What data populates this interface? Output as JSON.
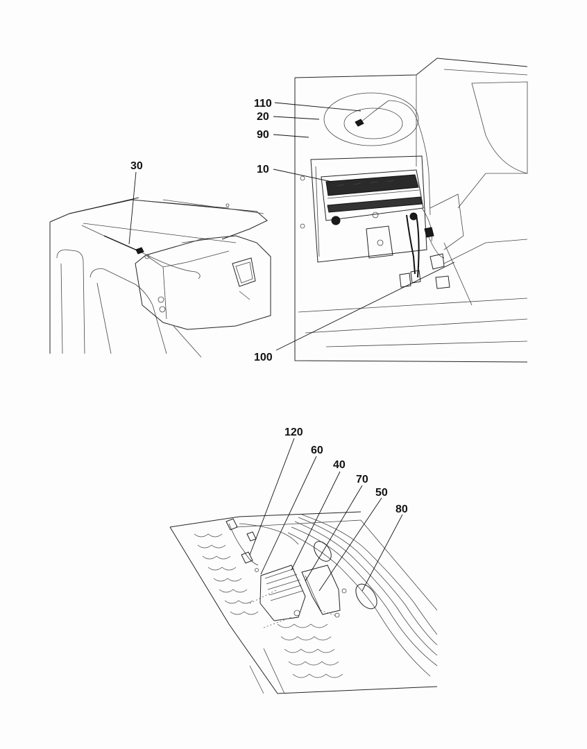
{
  "callouts": [
    {
      "id": "c110",
      "label": "110"
    },
    {
      "id": "c20",
      "label": "20"
    },
    {
      "id": "c90",
      "label": "90"
    },
    {
      "id": "c10",
      "label": "10"
    },
    {
      "id": "c30",
      "label": "30"
    },
    {
      "id": "c100",
      "label": "100"
    },
    {
      "id": "c120",
      "label": "120"
    },
    {
      "id": "c60",
      "label": "60"
    },
    {
      "id": "c40",
      "label": "40"
    },
    {
      "id": "c70",
      "label": "70"
    },
    {
      "id": "c50",
      "label": "50"
    },
    {
      "id": "c80",
      "label": "80"
    }
  ]
}
